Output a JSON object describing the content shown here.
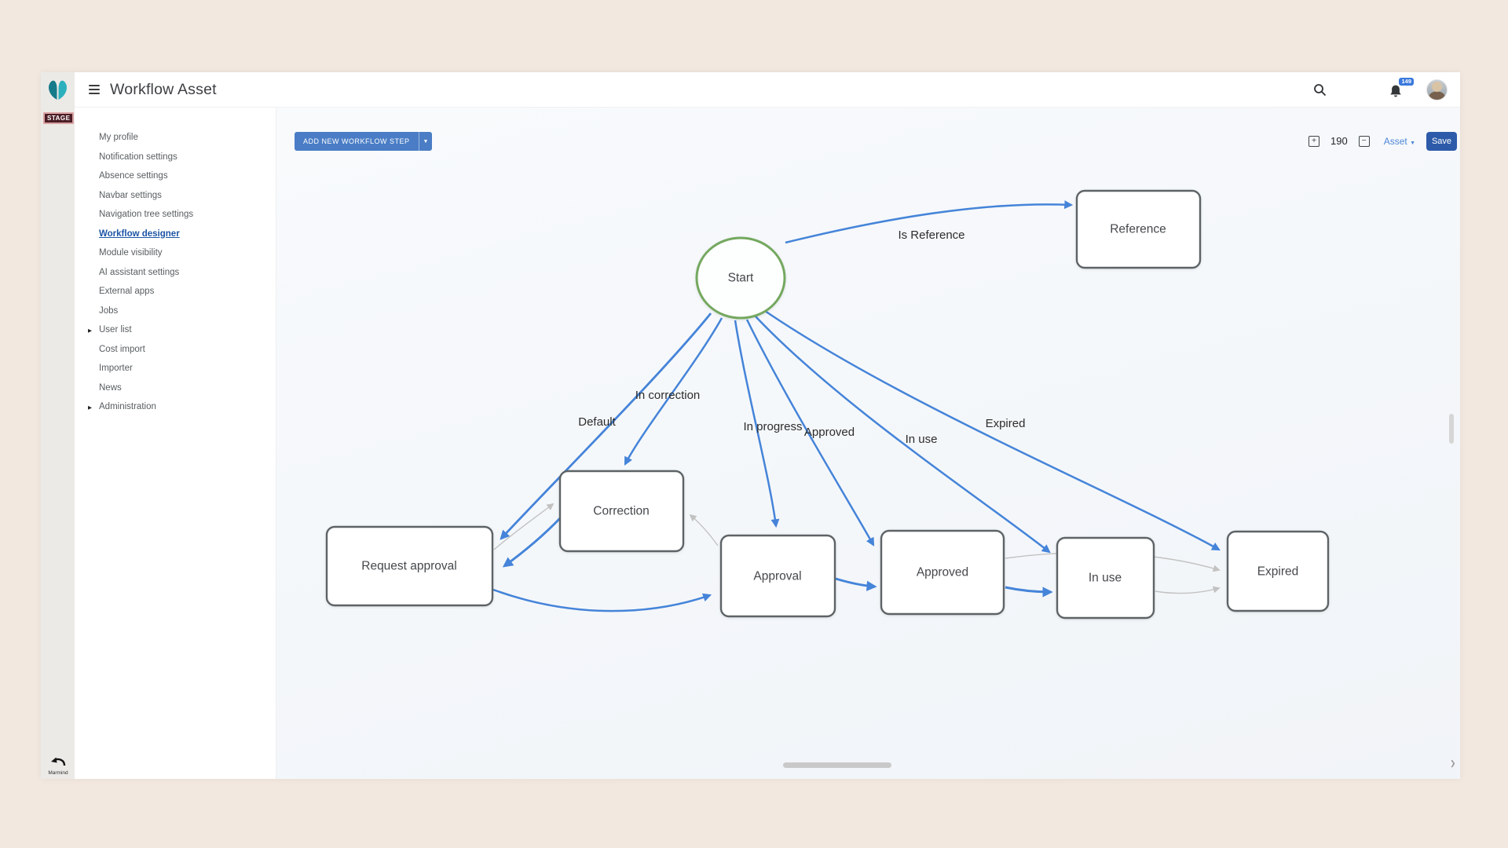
{
  "header": {
    "title": "Workflow Asset",
    "notification_count": "149"
  },
  "brand": {
    "stage_badge": "STAGE",
    "footer_label": "Marmind"
  },
  "sidebar": {
    "items": [
      {
        "label": "My profile"
      },
      {
        "label": "Notification settings"
      },
      {
        "label": "Absence settings"
      },
      {
        "label": "Navbar settings"
      },
      {
        "label": "Navigation tree settings"
      },
      {
        "label": "Workflow designer",
        "active": true
      },
      {
        "label": "Module visibility"
      },
      {
        "label": "AI assistant settings"
      },
      {
        "label": "External apps"
      },
      {
        "label": "Jobs"
      },
      {
        "label": "User list",
        "expandable": true
      },
      {
        "label": "Cost import"
      },
      {
        "label": "Importer"
      },
      {
        "label": "News"
      },
      {
        "label": "Administration",
        "expandable": true
      }
    ]
  },
  "toolbar": {
    "add_step_label": "ADD NEW WORKFLOW STEP",
    "zoom_level": "190",
    "entity_selector": "Asset",
    "save_label": "Save"
  },
  "diagram": {
    "nodes": {
      "start": "Start",
      "reference": "Reference",
      "request_approval": "Request approval",
      "correction": "Correction",
      "approval": "Approval",
      "approved": "Approved",
      "in_use": "In use",
      "expired": "Expired"
    },
    "edge_labels": {
      "is_reference": "Is Reference",
      "default": "Default",
      "in_correction": "In correction",
      "in_progress": "In progress",
      "approved": "Approved",
      "in_use": "In use",
      "expired": "Expired"
    }
  },
  "colors": {
    "edge_blue": "#4584d9",
    "edge_gray": "#c2c2c2",
    "node_border": "#5d6366",
    "start_node_border": "#74a85f",
    "accent_blue": "#4a7dc6",
    "save_blue": "#2d5ba9",
    "badge_blue": "#3b79dd",
    "page_background": "#f2e8e0"
  }
}
